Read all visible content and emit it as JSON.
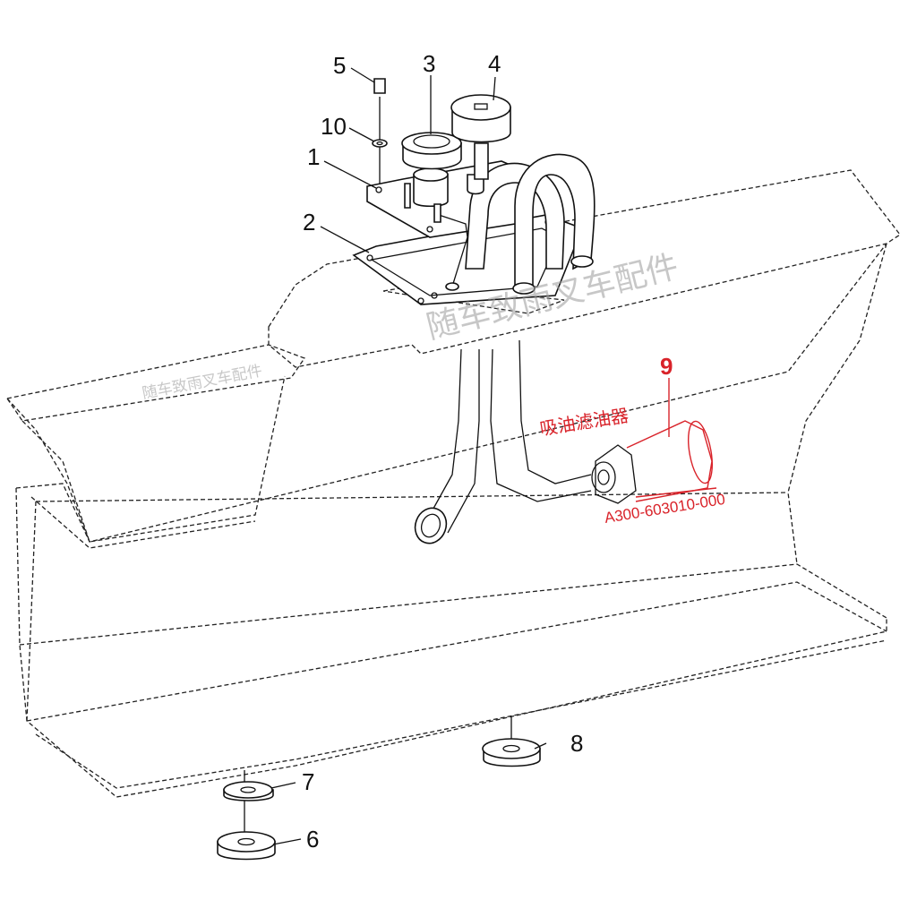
{
  "callouts": {
    "n1": "1",
    "n2": "2",
    "n3": "3",
    "n4": "4",
    "n5": "5",
    "n6": "6",
    "n7": "7",
    "n8": "8",
    "n9": "9",
    "n10": "10"
  },
  "highlight": {
    "part_name": "吸油滤油器",
    "part_code": "A300-603010-000",
    "color": "#d9232a"
  },
  "watermark": {
    "large": "随车致雨叉车配件",
    "small": "随车致雨叉车配件"
  }
}
